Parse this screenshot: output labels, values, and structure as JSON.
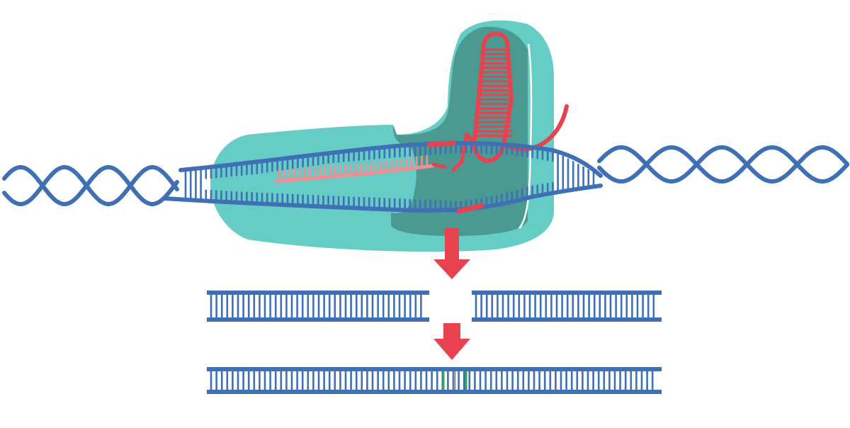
{
  "colors": {
    "background": "#ffffff",
    "dna_blue": "#3f6fb5",
    "protein_light": "#66cdc6",
    "protein_dark": "#4a9a92",
    "guide_rna_red": "#e8414f",
    "guide_rna_pink": "#ef8f93",
    "arrow_red": "#e8414f",
    "repair_green": "#2bab56",
    "repair_gray": "#9a9aa0"
  },
  "icons": {
    "arrow": "arrow-down-icon",
    "enzyme": "cas9-protein-icon",
    "guide": "guide-rna-hairpin-icon"
  },
  "diagram": {
    "stages": [
      "cas9-binding",
      "double-strand-break",
      "repaired-dna"
    ],
    "break_count": 1,
    "repair_marks": [
      "green",
      "gray",
      "green"
    ]
  }
}
